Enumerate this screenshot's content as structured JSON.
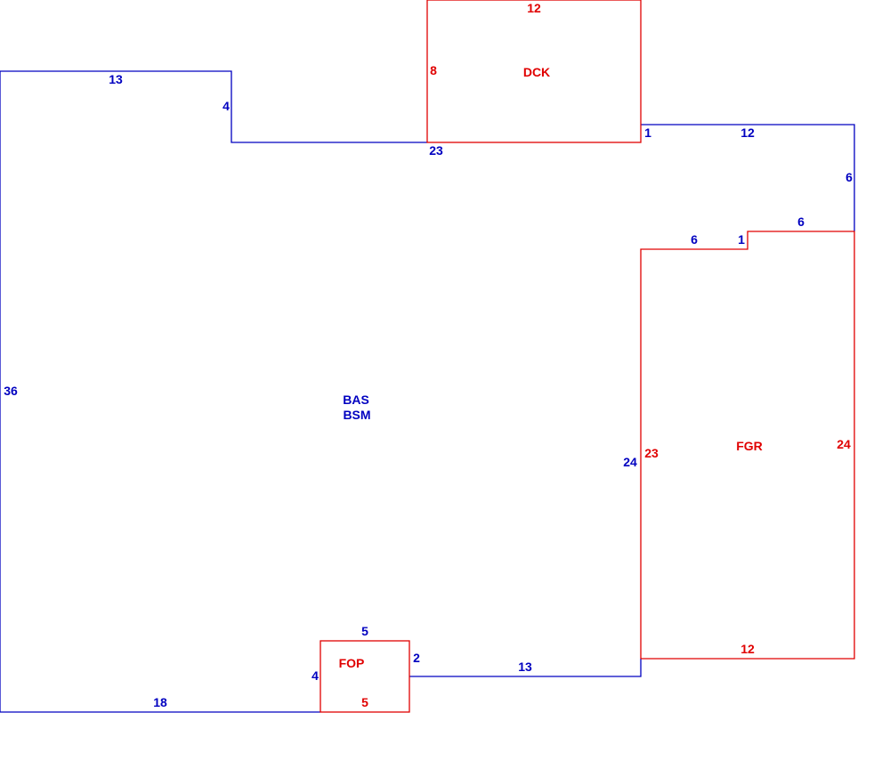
{
  "colors": {
    "main_area": "#0000c0",
    "sub_area": "#e00000"
  },
  "areas": [
    {
      "name": "bas-bsm-area",
      "kind": "main",
      "labels": [
        "BAS",
        "BSM"
      ],
      "dimensions": [
        "13",
        "4",
        "23",
        "1",
        "12",
        "6",
        "6",
        "1",
        "6",
        "24",
        "13",
        "2",
        "5",
        "4",
        "18",
        "36"
      ]
    },
    {
      "name": "dck-area",
      "kind": "sub",
      "labels": [
        "DCK"
      ],
      "dimensions": [
        "12",
        "8"
      ]
    },
    {
      "name": "fgr-area",
      "kind": "sub",
      "labels": [
        "FGR"
      ],
      "dimensions": [
        "23",
        "24",
        "12"
      ]
    },
    {
      "name": "fop-area",
      "kind": "sub",
      "labels": [
        "FOP"
      ],
      "dimensions": [
        "5"
      ]
    }
  ]
}
